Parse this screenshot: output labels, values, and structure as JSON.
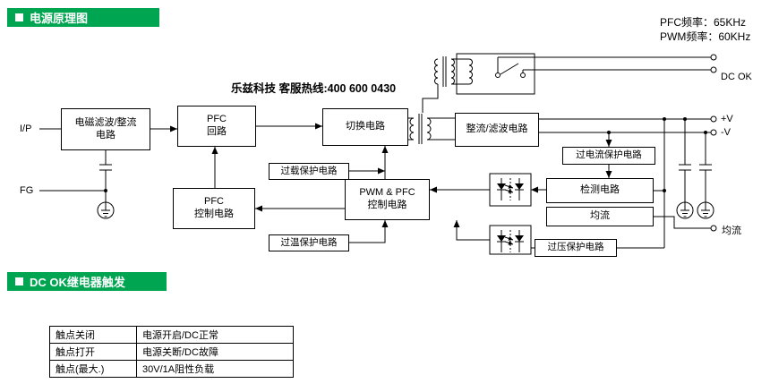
{
  "titles": {
    "section1": "电源原理图",
    "section2": "DC OK继电器触发"
  },
  "frequencies": {
    "pfc": "PFC频率：65KHz",
    "pwm": "PWM频率：60KHz"
  },
  "watermark": "乐兹科技 客服热线:400 600 0430",
  "terminals": {
    "input": "I/P",
    "fg": "FG",
    "v_plus": "+V",
    "v_minus": "-V",
    "dc_ok": "DC OK",
    "current_share": "均流"
  },
  "blocks": {
    "emi_filter": "电磁滤波/整流\n电路",
    "pfc_loop": "PFC\n回路",
    "switching": "切换电路",
    "rectifier_filter": "整流/滤波电路",
    "overload_protect": "过载保护电路",
    "pwm_pfc_control": "PWM & PFC\n控制电路",
    "pfc_control": "PFC\n控制电路",
    "overtemp_protect": "过温保护电路",
    "overcurrent_protect": "过电流保护电路",
    "detection": "检测电路",
    "current_share": "均流",
    "overvoltage_protect": "过压保护电路"
  },
  "relay_table": {
    "rows": [
      {
        "key": "触点关闭",
        "value": "电源开启/DC正常"
      },
      {
        "key": "触点打开",
        "value": "电源关断/DC故障"
      },
      {
        "key": "触点(最大.)",
        "value": "30V/1A阻性负载"
      }
    ]
  }
}
